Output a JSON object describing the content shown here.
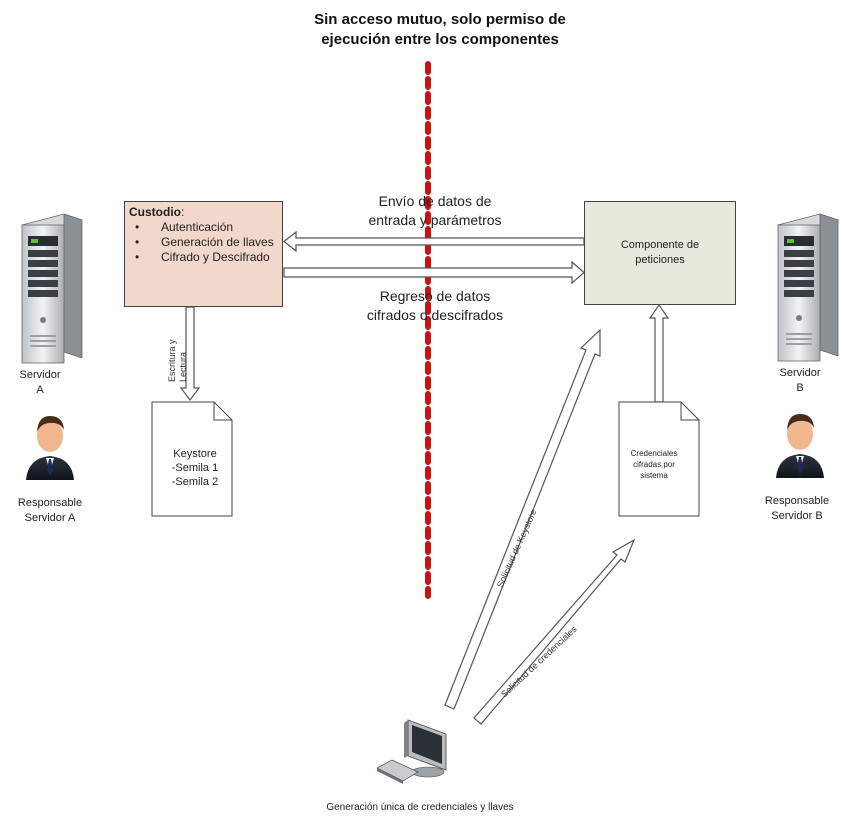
{
  "title": "Sin acceso mutuo, solo permiso de\nejecución entre los componentes",
  "custodio": {
    "heading": "Custodio",
    "colon": ":",
    "items": [
      "Autenticación",
      "Generación de llaves",
      "Cifrado y Descifrado"
    ]
  },
  "componente": {
    "label": "Componente de peticiones"
  },
  "edges": {
    "envio": "Envío de datos de\nentrada y parámetros",
    "regreso": "Regreso de datos\ncifrados o descifrados",
    "escritura": "Escritura y\nLectura",
    "solicitud_1": "Solicitud de Keystore",
    "solicitud_2": "Solicitud de credenciales"
  },
  "keystore": {
    "label": "Keystore\n-Semila 1\n-Semila 2"
  },
  "credenciales": {
    "label": "Credenciales\ncifradas por\nsistema"
  },
  "servidor_a": {
    "label": "Servidor\nA"
  },
  "servidor_b": {
    "label": "Servidor\nB"
  },
  "responsable_a": {
    "label": "Responsable\nServidor A"
  },
  "responsable_b": {
    "label": "Responsable\nServidor B"
  },
  "generacion": {
    "label": "Generación única de credenciales y llaves"
  },
  "colors": {
    "divider": "#cc1111",
    "custodio_fill": "#f1d7cc",
    "componente_fill": "#e6e9dc",
    "arrow_fill": "#ffffff",
    "arrow_stroke": "#555555"
  },
  "icons": {
    "server_a": "server-tower-icon",
    "server_b": "server-tower-icon",
    "person_a": "businessman-icon",
    "person_b": "businessman-icon",
    "workstation": "computer-monitor-icon"
  }
}
